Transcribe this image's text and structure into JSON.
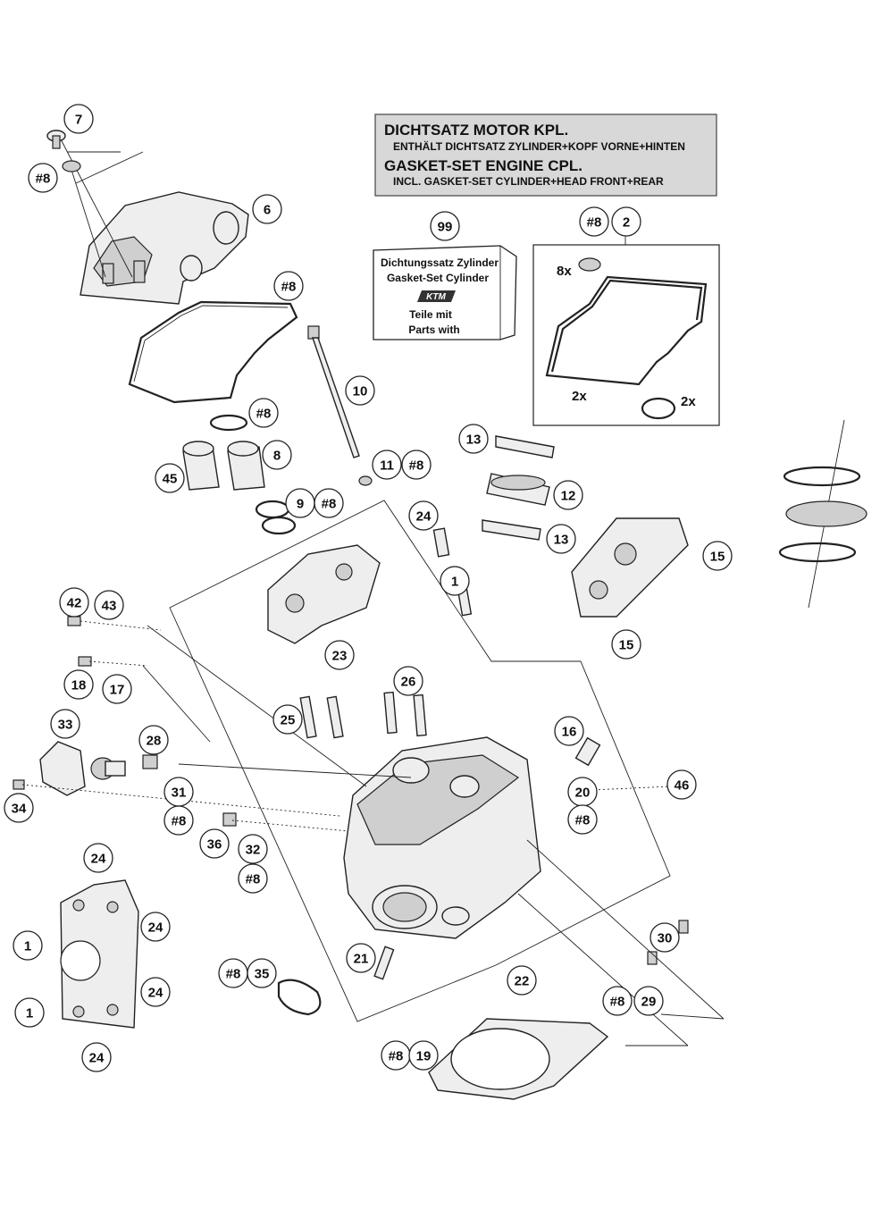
{
  "notice": {
    "title_de": "DICHTSATZ MOTOR KPL.",
    "sub_de": "ENTHÄLT DICHTSATZ ZYLINDER+KOPF VORNE+HINTEN",
    "title_en": "GASKET-SET ENGINE CPL.",
    "sub_en": "INCL. GASKET-SET CYLINDER+HEAD FRONT+REAR"
  },
  "kit": {
    "line1": "Dichtungssatz Zylinder",
    "line2": "Gasket-Set Cylinder",
    "logo": "KTM",
    "line3": "Teile mit",
    "line4": "Parts with"
  },
  "callouts": [
    "7",
    "#8",
    "6",
    "#8",
    "99",
    "#8",
    "2",
    "8x",
    "2x",
    "2x",
    "10",
    "#8",
    "8",
    "45",
    "11",
    "#8",
    "9",
    "#8",
    "13",
    "12",
    "13",
    "24",
    "1",
    "15",
    "15",
    "42",
    "43",
    "18",
    "17",
    "23",
    "26",
    "25",
    "16",
    "33",
    "28",
    "20",
    "46",
    "31",
    "#8",
    "34",
    "#8",
    "36",
    "32",
    "#8",
    "24",
    "24",
    "1",
    "24",
    "1",
    "24",
    "21",
    "22",
    "30",
    "#8",
    "35",
    "#8",
    "29",
    "#8",
    "19"
  ],
  "icons": [
    "cylinder-head-icon",
    "valve-cover-icon",
    "gasket-icon",
    "bolt-icon",
    "clamp-icon"
  ]
}
